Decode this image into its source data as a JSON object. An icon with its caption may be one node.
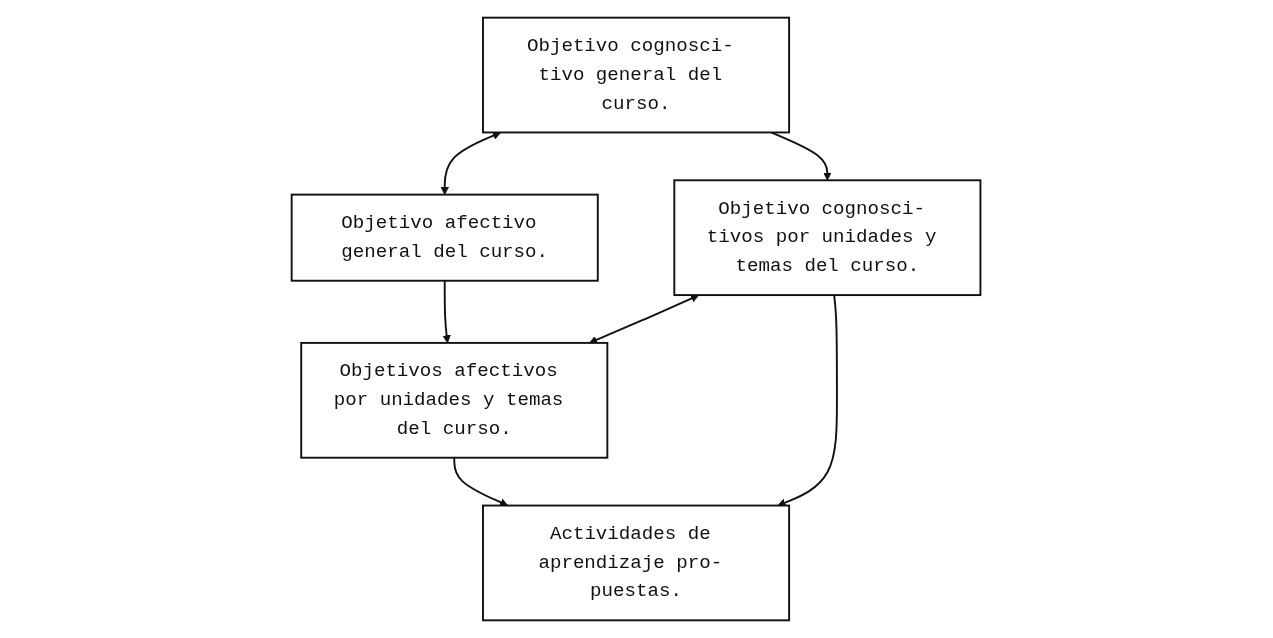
{
  "diagram": {
    "nodes": [
      {
        "text": [
          "Objetivo cognosci- tivo general del curso."
        ]
      },
      {
        "text": [
          "Objetivo afectivo general del curso."
        ]
      },
      {
        "text": [
          "Objetivo cognosci- tivos por unidades y temas del curso."
        ]
      },
      {
        "text": [
          "Objetivos afectivos por unidades y temas del curso."
        ]
      },
      {
        "text": [
          "Actividades de aprendizaje pro- puestas."
        ]
      }
    ],
    "edges": [
      {
        "from": 0,
        "to": 1,
        "arrow": "both"
      },
      {
        "from": 0,
        "to": 2,
        "arrow": "to"
      },
      {
        "from": 1,
        "to": 3,
        "arrow": "to"
      },
      {
        "from": 2,
        "to": 3,
        "arrow": "both"
      },
      {
        "from": 2,
        "to": 4,
        "arrow": "to"
      },
      {
        "from": 3,
        "to": 4,
        "arrow": "to"
      }
    ]
  }
}
